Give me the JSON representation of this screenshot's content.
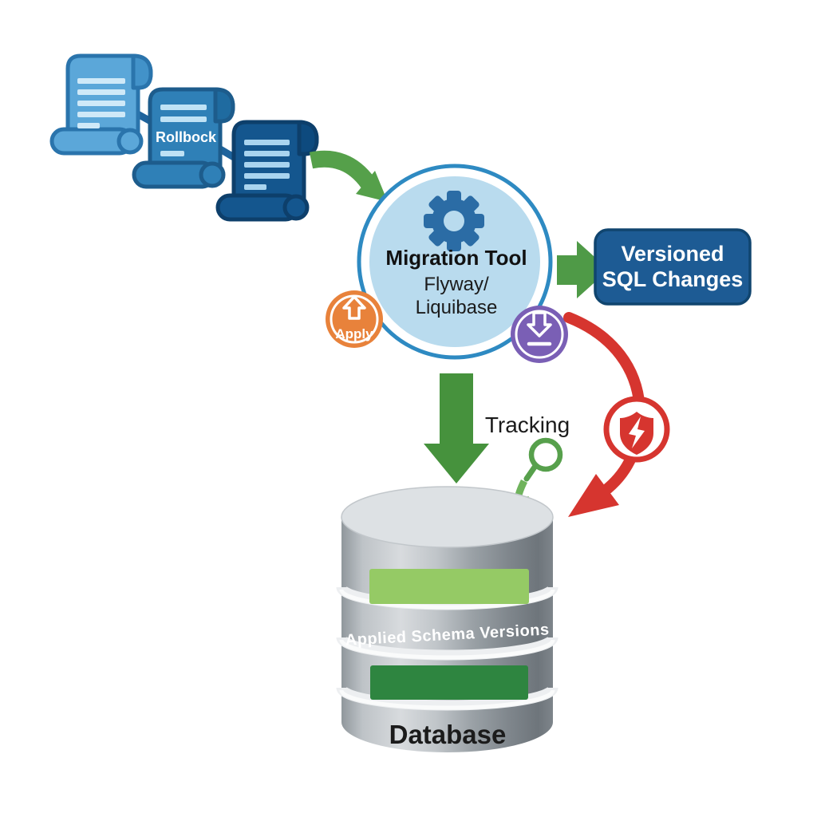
{
  "colors": {
    "scroll_light": "#5BA7D9",
    "scroll_light_dark": "#4292C9",
    "scroll_light_lines": "#CFE9F8",
    "scroll_medium": "#2F80B7",
    "scroll_medium_dark": "#1F6BA0",
    "scroll_medium_lines": "#BFE2F5",
    "scroll_dark": "#14568E",
    "scroll_dark_dark": "#0D4A7E",
    "scroll_dark_lines": "#A9D4EF",
    "green_arrow": "#55A04A",
    "green_right_arrow": "#4F9A47",
    "green_down_arrow": "#46923D",
    "tracking_green": "#57A04C",
    "tracking_arrow_green": "#6FB35C",
    "tool_circle_fill": "#B9DBEE",
    "tool_circle_ring": "#2E8AC2",
    "gear_blue": "#2B6CA5",
    "apply_orange": "#E8823B",
    "download_purple": "#7A5FB5",
    "sql_box_blue": "#1D5B94",
    "sql_box_border": "#10456F",
    "error_red": "#D6352F",
    "bar_light_green": "#95CA65",
    "bar_dark_green": "#2E8540",
    "cylinder_top": "#DDE1E4",
    "ridge_light": "#EDEFF1",
    "text_black": "#1B1B1B",
    "text_white": "#FFFFFF"
  },
  "scripts": {
    "rollback_label": "Rollbock"
  },
  "migration_tool": {
    "title": "Migration Tool",
    "subtitle_line1": "Flyway/",
    "subtitle_line2": "Liquibase"
  },
  "apply_badge": {
    "label": "Apply"
  },
  "versioned_box": {
    "line1": "Versioned",
    "line2": "SQL Changes"
  },
  "tracking": {
    "label": "Tracking"
  },
  "database": {
    "schema_label": "Applied Schema Versions",
    "label": "Database"
  }
}
